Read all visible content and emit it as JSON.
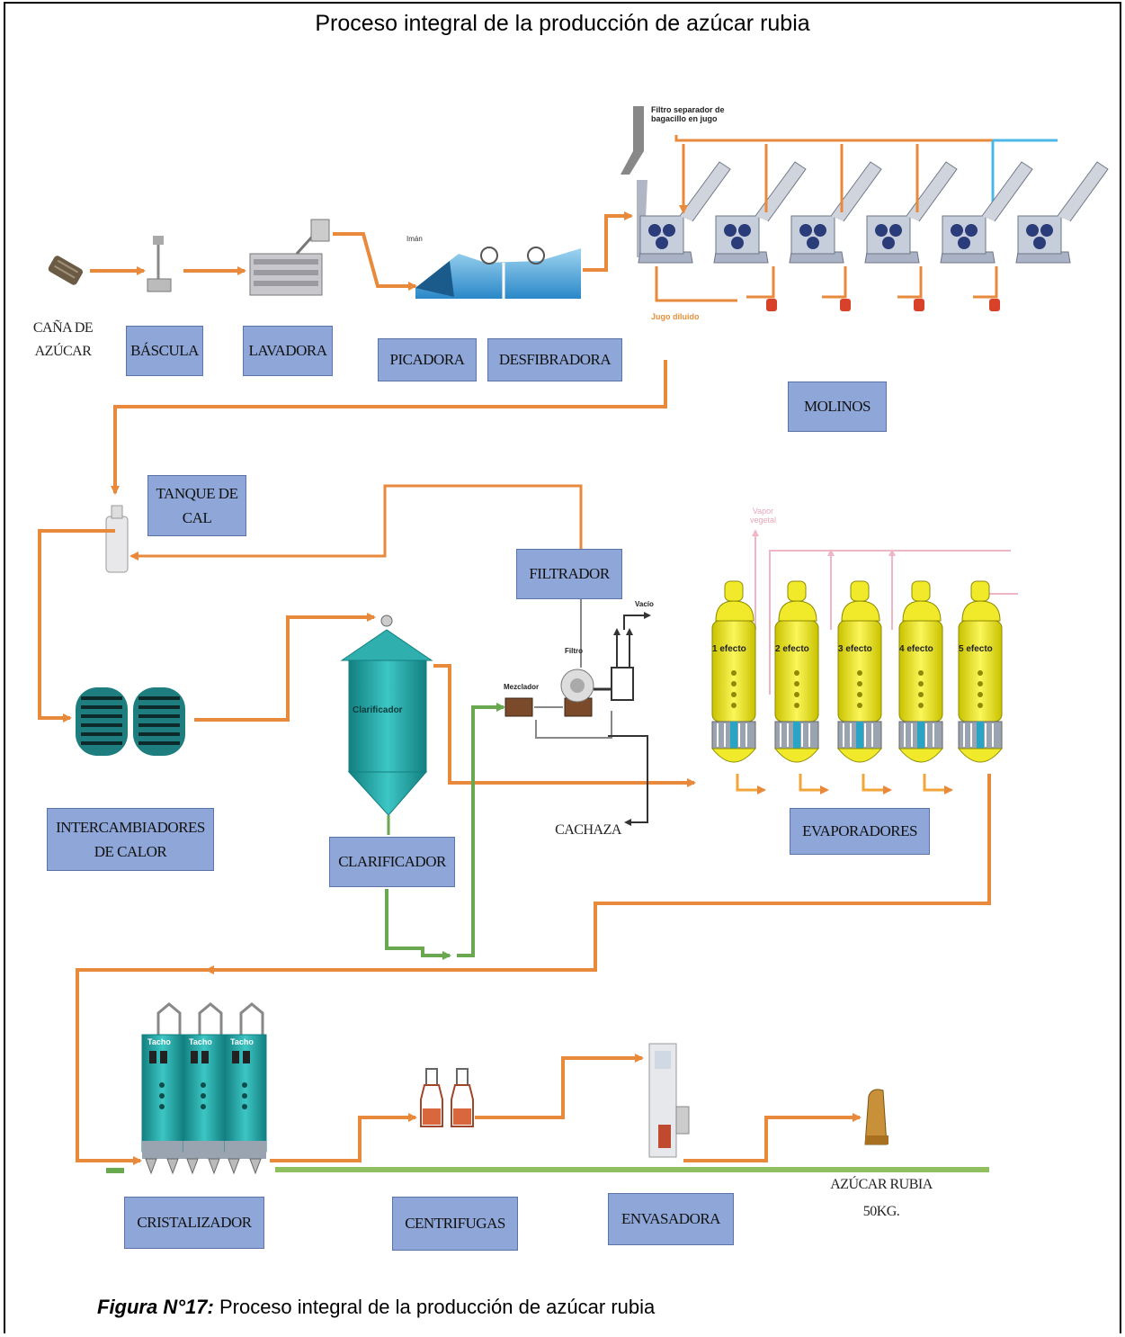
{
  "title": "Proceso integral de la producción de azúcar rubia",
  "caption": {
    "label": "Figura N°17:",
    "text": "Proceso integral de la producción de azúcar rubia"
  },
  "labels": {
    "cana": "CAÑA DE\nAZÚCAR",
    "bascula": "BÁSCULA",
    "lavadora": "LAVADORA",
    "picadora": "PICADORA",
    "desfibradora": "DESFIBRADORA",
    "molinos": "MOLINOS",
    "tanque": "TANQUE DE\nCAL",
    "filtrador": "FILTRADOR",
    "intercambiadores": "INTERCAMBIADORES\nDE CALOR",
    "clarificador": "CLARIFICADOR",
    "cachaza": "CACHAZA",
    "evaporadores": "EVAPORADORES",
    "cristalizador": "CRISTALIZADOR",
    "centrifugas": "CENTRIFUGAS",
    "envasadora": "ENVASADORA",
    "azucar": "AZÚCAR RUBIA\n50KG."
  },
  "small_text": {
    "filtro_separador": "Filtro separador de\nbagacillo en jugo",
    "jugo_diluido": "Jugo diluido",
    "vapor_vegetal": "Vapor\nvegetal",
    "clarificador_tank": "Clarificador",
    "mezclador": "Mezclador",
    "filtro": "Filtro",
    "vacio": "Vacío",
    "tacho": "Tacho"
  },
  "effects": [
    "1 efecto",
    "2 efecto",
    "3 efecto",
    "4 efecto",
    "5 efecto"
  ],
  "colors": {
    "flow": "#e8893c",
    "green_flow": "#6aa84f",
    "label_fill": "#8ea6d8",
    "evaporator": "#f0ea2a",
    "clarifier": "#26a8a8",
    "water": "#4db8e8",
    "vapor": "#efb7c6"
  }
}
